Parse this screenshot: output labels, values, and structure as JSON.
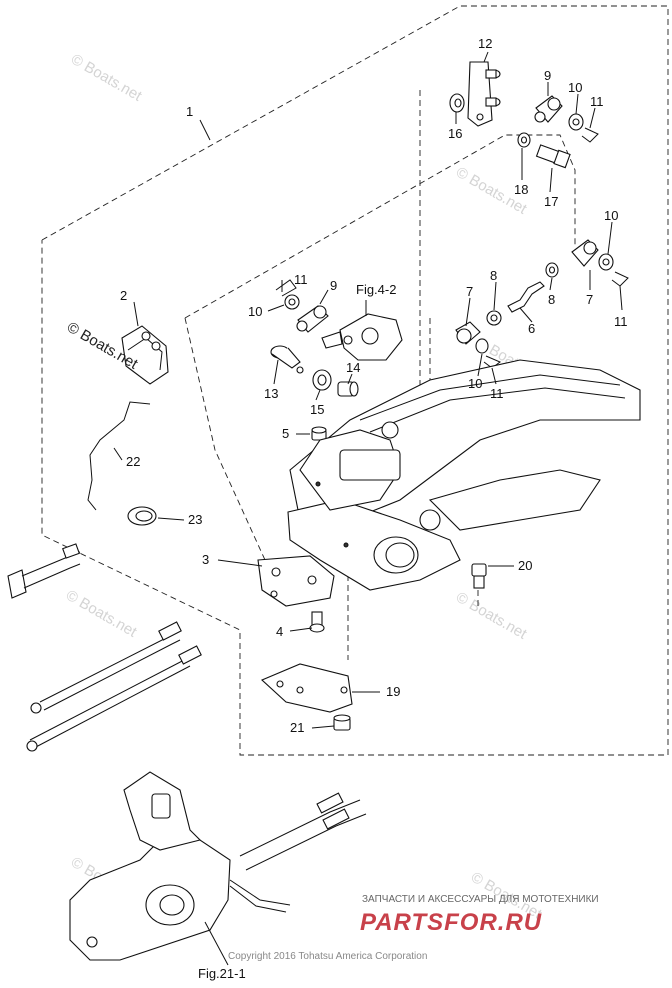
{
  "callouts": [
    {
      "id": "c1",
      "text": "1"
    },
    {
      "id": "c2",
      "text": "2"
    },
    {
      "id": "c3",
      "text": "3"
    },
    {
      "id": "c4",
      "text": "4"
    },
    {
      "id": "c5",
      "text": "5"
    },
    {
      "id": "c6",
      "text": "6"
    },
    {
      "id": "c7a",
      "text": "7"
    },
    {
      "id": "c7b",
      "text": "7"
    },
    {
      "id": "c8a",
      "text": "8"
    },
    {
      "id": "c8b",
      "text": "8"
    },
    {
      "id": "c9a",
      "text": "9"
    },
    {
      "id": "c9b",
      "text": "9"
    },
    {
      "id": "c10a",
      "text": "10"
    },
    {
      "id": "c10b",
      "text": "10"
    },
    {
      "id": "c10c",
      "text": "10"
    },
    {
      "id": "c10d",
      "text": "10"
    },
    {
      "id": "c11a",
      "text": "11"
    },
    {
      "id": "c11b",
      "text": "11"
    },
    {
      "id": "c11c",
      "text": "11"
    },
    {
      "id": "c11d",
      "text": "11"
    },
    {
      "id": "c12",
      "text": "12"
    },
    {
      "id": "c13",
      "text": "13"
    },
    {
      "id": "c14",
      "text": "14"
    },
    {
      "id": "c15",
      "text": "15"
    },
    {
      "id": "c16",
      "text": "16"
    },
    {
      "id": "c17",
      "text": "17"
    },
    {
      "id": "c18",
      "text": "18"
    },
    {
      "id": "c19",
      "text": "19"
    },
    {
      "id": "c20",
      "text": "20"
    },
    {
      "id": "c21",
      "text": "21"
    },
    {
      "id": "c22",
      "text": "22"
    },
    {
      "id": "c23",
      "text": "23"
    }
  ],
  "figure_refs": {
    "fig_4_2": "Fig.4-2",
    "fig_21_1": "Fig.21-1"
  },
  "watermarks": {
    "boats_net": "© Boats.net",
    "boats_label_main": "© Boats.net"
  },
  "footer": {
    "copyright": "Copyright 2016 Tohatsu America Corporation",
    "shop_tagline": "ЗАПЧАСТИ И АКСЕССУАРЫ ДЛЯ МОТОТЕХНИКИ",
    "shop_logo": "PARTSFOR.RU"
  }
}
